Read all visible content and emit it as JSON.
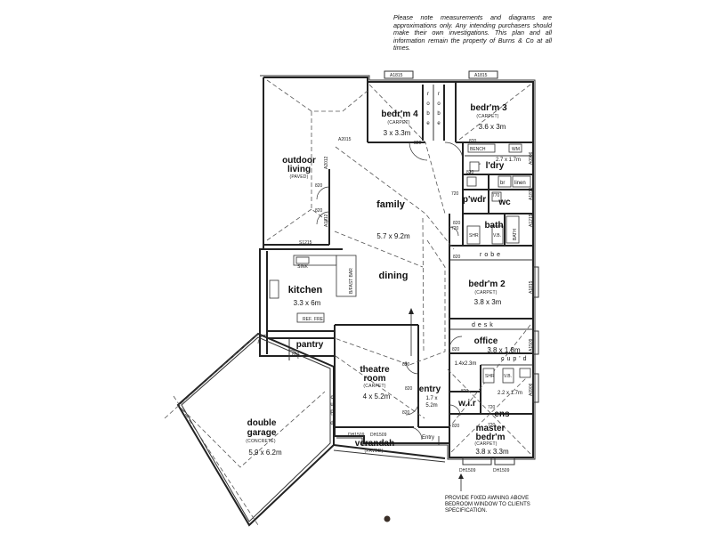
{
  "disclaimer": "Please note measurements and diagrams are approximations only.  Any intending purchasers should make their own investigations.  This plan and all information remain the property  of Burns & Co at all times.",
  "footer_note": [
    "PROVIDE FIXED AWNING ABOVE",
    "BEDROOM WINDOW TO CLIENTS",
    "SPECIFICATION."
  ],
  "rooms": {
    "outdoor": {
      "name": [
        "outdoor",
        "living"
      ],
      "sub": "(PAVED)"
    },
    "bed4": {
      "name": "bedr'm 4",
      "sub": "(CARPET)",
      "dim": "3 x 3.3m"
    },
    "bed3": {
      "name": "bedr'm 3",
      "sub": "(CARPET)",
      "dim": "3.6 x 3m"
    },
    "family": {
      "name": "family",
      "dim": "5.7 x 9.2m"
    },
    "dining": {
      "name": "dining"
    },
    "kitchen": {
      "name": "kitchen",
      "dim": "3.3 x 6m"
    },
    "pantry": {
      "name": "pantry"
    },
    "ldry": {
      "name": "l'dry",
      "dim": "2.7 x 1.7m"
    },
    "pwdr": {
      "name": "p'wdr"
    },
    "wc": {
      "name": "wc"
    },
    "bath": {
      "name": "bath"
    },
    "bed2": {
      "name": "bedr'm 2",
      "sub": "(CARPET)",
      "dim": "3.8 x 3m"
    },
    "office": {
      "name": "office",
      "dim": "3.8 x 1.8m"
    },
    "theatre": {
      "name": [
        "theatre",
        "room"
      ],
      "sub": "(CARPET)",
      "dim": "4 x 5.2m"
    },
    "entry": {
      "name": "entry",
      "dim": [
        "1.7 x",
        "5.2m"
      ]
    },
    "wir": {
      "name": "w.i.r",
      "dim": "1.4x2.3m"
    },
    "ens": {
      "name": "ens",
      "dim": "2.2 x 1.7m"
    },
    "master": {
      "name": [
        "master",
        "bedr'm"
      ],
      "sub": "(CARPET)",
      "dim": "3.8 x 3.3m"
    },
    "garage": {
      "name": [
        "double",
        "garage"
      ],
      "sub": "(CONCRETE)",
      "dim": "5.9 x 6.2m"
    },
    "verandah": {
      "name": "verandah",
      "sub": "(PAVED)"
    }
  },
  "fixtures": {
    "robe_v": [
      "r",
      "o",
      "b",
      "e"
    ],
    "robe": "robe",
    "desk": "desk",
    "cupd": "cup'd",
    "cupd_v": [
      "c",
      "u",
      "p",
      "'",
      "d"
    ],
    "bench": "BENCH",
    "wm": "WM",
    "br": "br",
    "linen": "linen",
    "sink": "SINK",
    "ref": "REF.",
    "fre": "FRE.",
    "bfast": "B/FAST BAR",
    "shr": "SHR",
    "vb": "V.B.",
    "bath_fix": "BATH",
    "entry_arrow": "Entry"
  },
  "codes": {
    "a1815_l": "A1815",
    "a1815_r": "A1815",
    "a2015": "A2015",
    "a2012": "A2012",
    "s1215": "S1215",
    "a1812": "A1812",
    "a0906_1": "A0906",
    "a1215": "A1215",
    "a1815_e": "A1815",
    "a1509": "A1509",
    "a0906_2": "A0906",
    "a1815_m": "A1815",
    "dh_ver_l": "DH1509",
    "dh_ver_r": "DH1509",
    "dh_m_l": "DH1509",
    "dh_m_r": "DH1509",
    "d820_1": "820",
    "d820_2": "820",
    "d820_3": "820",
    "d820_4": "820",
    "d820_5": "820",
    "d820_6": "820",
    "d820_7": "820",
    "d820_8": "820",
    "d820_9": "820",
    "d820_10": "820",
    "d820_11": "820",
    "d720_1": "720",
    "d720_2": "720",
    "d720_3": "720",
    "d720_4": "720",
    "d770": "770",
    "d820_12": "820",
    "d820_13": "820",
    "d820_14": "820"
  }
}
